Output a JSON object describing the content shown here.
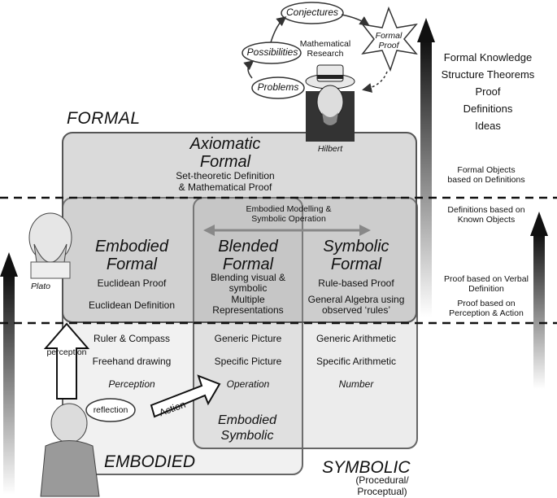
{
  "top": {
    "conjectures": "Conjectures",
    "formal_proof": "Formal Proof",
    "possibilities": "Possibilities",
    "problems": "Problems",
    "math_research": "Mathematical Research",
    "hilbert": "Hilbert"
  },
  "headings": {
    "formal": "FORMAL",
    "embodied": "EMBODIED",
    "symbolic": "SYMBOLIC",
    "symbolic_sub": "(Procedural/ Proceptual)"
  },
  "axiomatic": {
    "title": "Axiomatic Formal",
    "line1": "Set-theoretic Definition",
    "line2": "& Mathematical Proof"
  },
  "embodied_formal": {
    "title": "Embodied Formal",
    "line1": "Euclidean Proof",
    "line2": "Euclidean Definition"
  },
  "blended_formal": {
    "title": "Blended Formal",
    "line1": "Blending visual & symbolic",
    "line2": "Multiple Representations"
  },
  "symbolic_formal": {
    "title": "Symbolic Formal",
    "line1": "Rule-based Proof",
    "line2": "General Algebra using observed ‘rules’"
  },
  "modelling_label": "Embodied Modelling & Symbolic Operation",
  "embodied_col": [
    "Ruler & Compass",
    "Freehand drawing",
    "Perception"
  ],
  "blended_col": [
    "Generic Picture",
    "Specific Picture",
    "Operation"
  ],
  "symbolic_col": [
    "Generic Arithmetic",
    "Specific Arithmetic",
    "Number"
  ],
  "embodied_symbolic": "Embodied Symbolic",
  "plato": "Plato",
  "perception_arrow": "perception",
  "reflection": "reflection",
  "action": "Action",
  "right_top": [
    "Formal Knowledge",
    "Structure Theorems",
    "Proof",
    "Definitions",
    "Ideas"
  ],
  "right_notes": [
    "Formal Objects based on Definitions",
    "Definitions based on Known Objects",
    "Proof based on Verbal Definition",
    "Proof based on Perception & Action"
  ]
}
